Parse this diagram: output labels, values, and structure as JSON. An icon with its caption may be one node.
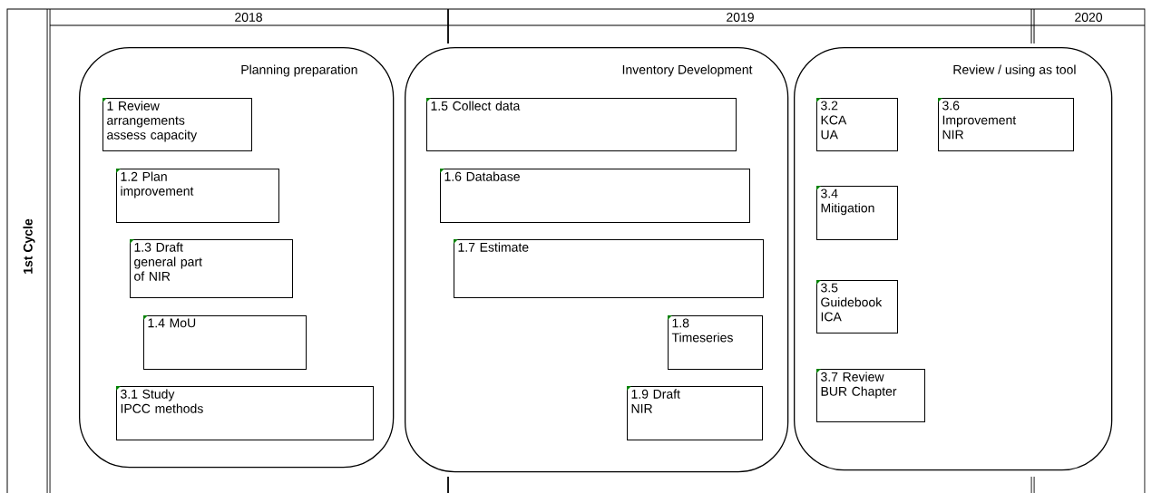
{
  "diagram": {
    "nodes": [
      {
        "text": [
          "Planning preparation"
        ]
      },
      {
        "text": [
          "1 Review arrangements assess capacity"
        ],
        "in": 0
      },
      {
        "text": [
          "1.2 Plan improvement"
        ],
        "in": 0
      },
      {
        "text": [
          "1.3 Draft general part of NIR"
        ],
        "in": 0
      },
      {
        "text": [
          "1.4 MoU"
        ],
        "in": 0
      },
      {
        "text": [
          "3.1 Study IPCC methods"
        ],
        "in": 0
      },
      {
        "text": [
          "Inventory Development"
        ]
      },
      {
        "text": [
          "1.5 Collect data"
        ],
        "in": 6
      },
      {
        "text": [
          "1.6 Database"
        ],
        "in": 6
      },
      {
        "text": [
          "1.7 Estimate"
        ],
        "in": 6
      },
      {
        "text": [
          "1.8 Timeseries"
        ],
        "in": 6
      },
      {
        "text": [
          "1.9 Draft NIR"
        ],
        "in": 6
      },
      {
        "text": [
          "Review / using as tool"
        ]
      },
      {
        "text": [
          "3.2 KCA UA"
        ],
        "in": 12
      },
      {
        "text": [
          "3.6 Improvement NIR"
        ],
        "in": 12
      },
      {
        "text": [
          "3.4 Mitigation"
        ],
        "in": 12
      },
      {
        "text": [
          "3.5 Guidebook ICA"
        ],
        "in": 12
      },
      {
        "text": [
          "3.7 Review BUR Chapter"
        ],
        "in": 12
      }
    ],
    "labels": [
      "2018",
      "2019",
      "2020",
      "1st Cycle"
    ]
  }
}
